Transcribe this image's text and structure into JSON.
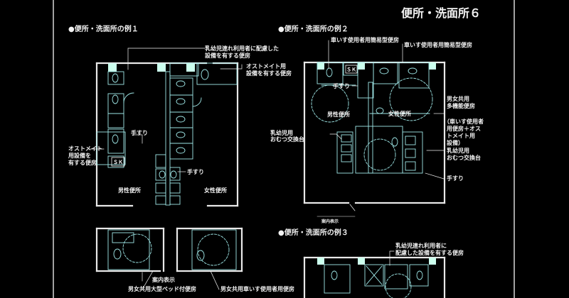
{
  "page_title": "便所・洗面所６",
  "examples": [
    {
      "heading": "●便所・洗面所の例１"
    },
    {
      "heading": "●便所・洗面所の例２"
    },
    {
      "heading": "●便所・洗面所の例３"
    }
  ],
  "ex1": {
    "nursing_toilet": [
      "乳幼児連れ利用者に配慮した",
      "設備を有する便房"
    ],
    "ostomate_right": [
      "オストメイト用",
      "設備を有する便房"
    ],
    "ostomate_left": [
      "オストメイト",
      "用設備を",
      "有する便房"
    ],
    "sk": "ＳＫ",
    "handrail_a": "手すり",
    "handrail_b": "手すり",
    "mens": "男性便所",
    "womens": "女性便所",
    "guide_sign": "案内表示",
    "bed_toilet": "男女共用大型ベッド付便房",
    "wheelchair_toilet": "男女共用車いす使用者用便房"
  },
  "ex2": {
    "simple_1": "車いす使用者用簡易型便房",
    "simple_2": "車いす使用者用簡易型便房",
    "sk": "ＳＫ",
    "handrail_a": "手すり",
    "mens": "男性便所",
    "womens": "女性便所",
    "baby_change_l": [
      "乳幼児用",
      "おむつ交換台"
    ],
    "multi": [
      "男女共用",
      "多機能便房",
      "（車いす使用者",
      "用便房＋オス",
      "トメイト用",
      "設備）"
    ],
    "baby_change_r": [
      "乳幼児用",
      "おむつ交換台"
    ],
    "handrail_b": "手すり",
    "guide_sign": "案内表示"
  },
  "ex3": {
    "nursing_toilet": [
      "乳幼児連れ利用者に",
      "配慮した設備を有する便房"
    ]
  }
}
